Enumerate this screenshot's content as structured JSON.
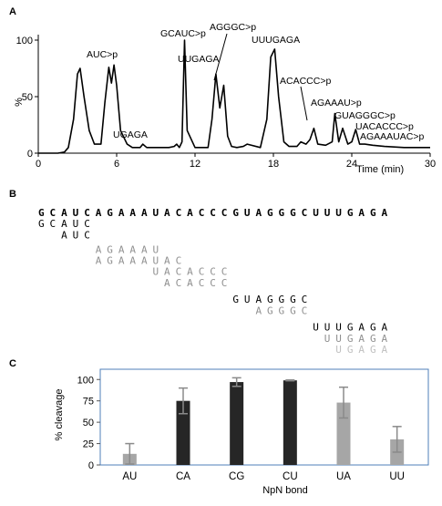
{
  "panels": {
    "a": {
      "label": "A",
      "chart_data": {
        "type": "line",
        "xlabel": "Time (min)",
        "ylabel": "%",
        "xlim": [
          0,
          30
        ],
        "ylim": [
          0,
          100
        ],
        "x_ticks": [
          0,
          6,
          12,
          18,
          24,
          30
        ],
        "y_ticks": [
          0,
          50,
          100
        ],
        "x_tick_labels": [
          "0",
          "6",
          "12",
          "18",
          "24",
          "30"
        ],
        "y_tick_labels": [
          "0",
          "50",
          "100"
        ],
        "series_color": "#000000",
        "x": [
          0.0,
          1.5,
          2.0,
          2.3,
          2.7,
          3.0,
          3.2,
          3.5,
          3.9,
          4.3,
          4.8,
          5.1,
          5.4,
          5.6,
          5.8,
          6.0,
          6.3,
          6.8,
          7.2,
          7.8,
          8.0,
          8.3,
          9.0,
          10.0,
          10.4,
          10.6,
          10.8,
          11.0,
          11.2,
          11.4,
          12.0,
          13.0,
          13.3,
          13.6,
          13.9,
          14.2,
          14.5,
          14.8,
          15.2,
          15.7,
          16.0,
          17.0,
          17.5,
          17.8,
          18.1,
          18.4,
          18.8,
          19.2,
          19.8,
          20.1,
          20.5,
          20.8,
          21.1,
          21.4,
          22.0,
          22.5,
          22.7,
          23.0,
          23.3,
          23.7,
          24.0,
          24.3,
          24.6,
          25.0,
          25.6,
          26.5,
          28.0,
          30.0
        ],
        "y": [
          0,
          0,
          1,
          5,
          30,
          70,
          75,
          50,
          20,
          8,
          8,
          45,
          76,
          62,
          78,
          60,
          20,
          8,
          5,
          5,
          8,
          5,
          5,
          5,
          6,
          8,
          5,
          10,
          100,
          20,
          5,
          5,
          30,
          70,
          40,
          60,
          15,
          6,
          5,
          6,
          8,
          5,
          30,
          85,
          92,
          50,
          10,
          6,
          6,
          10,
          8,
          12,
          22,
          8,
          7,
          10,
          35,
          10,
          22,
          8,
          10,
          21,
          8,
          8,
          7,
          6,
          5,
          5
        ]
      },
      "annotations": [
        {
          "text": "AUC>p"
        },
        {
          "text": "UGAGA"
        },
        {
          "text": "GCAUC>p"
        },
        {
          "text": "UUGAGA"
        },
        {
          "text": "AGGGC>p"
        },
        {
          "text": "UUUGAGA"
        },
        {
          "text": "ACACCC>p"
        },
        {
          "text": "AGAAAU>p"
        },
        {
          "text": "GUAGGGC>p"
        },
        {
          "text": "UACACCC>p"
        },
        {
          "text": "AGAAAUAC>p"
        }
      ]
    },
    "b": {
      "label": "B",
      "full_sequence": "GCAUCAGAAAUACACCCGUAGGGCUUUGAGA",
      "fragments": [
        {
          "seq": "GCAUC",
          "start": 0,
          "color": "#000000"
        },
        {
          "seq": "AUC",
          "start": 2,
          "color": "#000000"
        },
        {
          "seq": "AGAAAU",
          "start": 5,
          "color": "#909090"
        },
        {
          "seq": "AGAAAUAC",
          "start": 5,
          "color": "#909090"
        },
        {
          "seq": "UACACCC",
          "start": 10,
          "color": "#909090"
        },
        {
          "seq": "ACACCC",
          "start": 11,
          "color": "#909090"
        },
        {
          "seq": "GUAGGGC",
          "start": 17,
          "color": "#000000"
        },
        {
          "seq": "AGGGC",
          "start": 19,
          "color": "#909090"
        },
        {
          "seq": "UUUGAGA",
          "start": 24,
          "color": "#000000"
        },
        {
          "seq": "UUGAGA",
          "start": 25,
          "color": "#909090"
        },
        {
          "seq": "UGAGA",
          "start": 26,
          "color": "#c0c0c0"
        }
      ]
    },
    "c": {
      "label": "C",
      "chart_data": {
        "type": "bar",
        "categories": [
          "AU",
          "CA",
          "CG",
          "CU",
          "UA",
          "UU"
        ],
        "values": [
          13,
          75,
          97,
          99,
          73,
          30
        ],
        "errors": [
          12,
          15,
          5,
          0.5,
          18,
          15
        ],
        "colors": [
          "#a6a6a6",
          "#262626",
          "#262626",
          "#262626",
          "#a6a6a6",
          "#a6a6a6"
        ],
        "error_color": "#8a8a8a",
        "frame_color": "#4f7fb8",
        "xlabel": "NpN bond",
        "ylabel": "% cleavage",
        "ylim": [
          0,
          112
        ],
        "y_ticks": [
          0,
          25,
          50,
          75,
          100
        ],
        "y_tick_labels": [
          "0",
          "25",
          "50",
          "75",
          "100"
        ]
      }
    }
  }
}
